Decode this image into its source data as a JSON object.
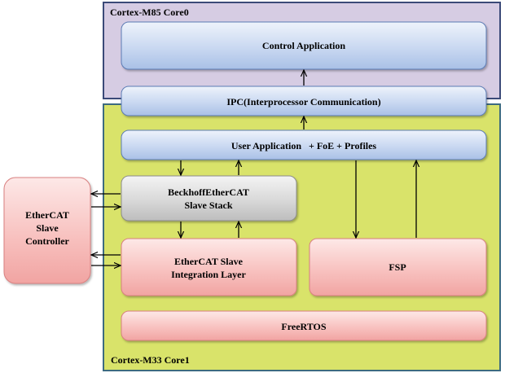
{
  "core0": {
    "label": "Cortex-M85 Core0",
    "fill": "#d6cce3",
    "border": "#3b4a78",
    "control_application": "Control Application"
  },
  "ipc": {
    "label": "IPC(Interprocessor Communication)"
  },
  "core1": {
    "label": "Cortex-M33 Core1",
    "fill": "#d9e36a",
    "border": "#3d6b80",
    "user_application": "User Application   + FoE + Profiles",
    "slave_stack": {
      "line1": "BeckhoffEtherCAT",
      "line2": "Slave Stack"
    },
    "integration_layer": {
      "line1": "EtherCAT Slave",
      "line2": "Integration Layer"
    },
    "fsp": "FSP",
    "freertos": "FreeRTOS"
  },
  "controller": {
    "line1": "EtherCAT",
    "line2": "Slave",
    "line3": "Controller"
  },
  "colors": {
    "blue_box": "#c7d6f0",
    "gray_box": "#d9d9d9",
    "pink_box": "#f8c6c4",
    "box_border_blue": "#5b7bb5",
    "box_border_pink": "#d98080"
  }
}
